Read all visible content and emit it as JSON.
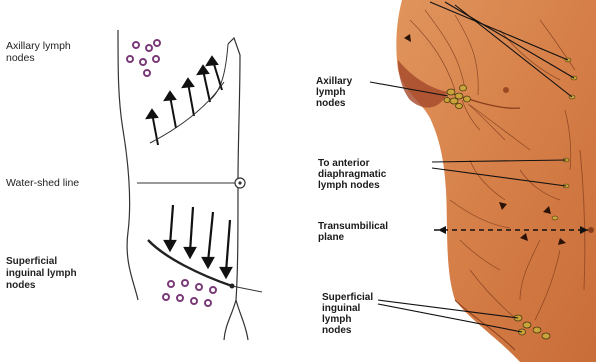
{
  "left_panel": {
    "axillary_label": "Axillary lymph\nnodes",
    "watershed_label": "Water-shed line",
    "inguinal_label": "Superficial\ninguinal lymph\nnodes"
  },
  "right_panel": {
    "axillary_label": "Axillary\nlymph\nnodes",
    "diaphragmatic_label": "To anterior\ndiaphragmatic\nlymph nodes",
    "transumbilical_label": "Transumbilical\nplane",
    "inguinal_label": "Superficial\ninguinal\nlymph\nnodes"
  },
  "colors": {
    "skin": "#d9864f",
    "skin_dark": "#b5582a",
    "node": "#7a3a78",
    "line": "#222222"
  }
}
